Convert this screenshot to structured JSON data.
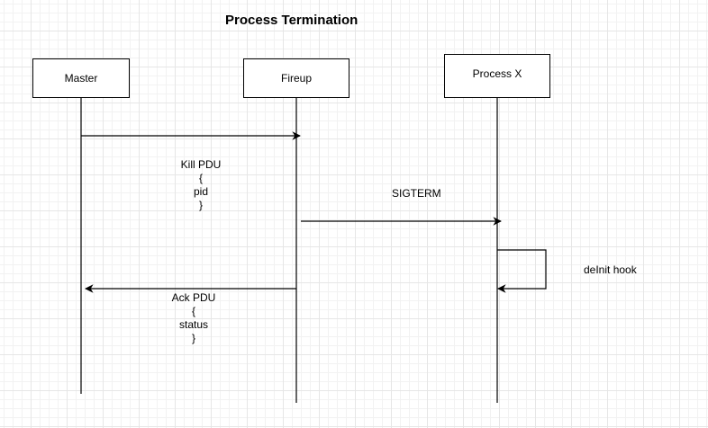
{
  "title": "Process Termination",
  "participants": [
    {
      "id": "master",
      "label": "Master"
    },
    {
      "id": "fireup",
      "label": "Fireup"
    },
    {
      "id": "processx",
      "label": "Process X"
    }
  ],
  "messages": {
    "kill_pdu": {
      "lines": [
        "Kill PDU",
        "{",
        "pid",
        "}"
      ]
    },
    "sigterm": {
      "label": "SIGTERM"
    },
    "deinit_hook": {
      "label": "deInit hook"
    },
    "ack_pdu": {
      "lines": [
        "Ack PDU",
        "{",
        "status",
        "}"
      ]
    }
  }
}
